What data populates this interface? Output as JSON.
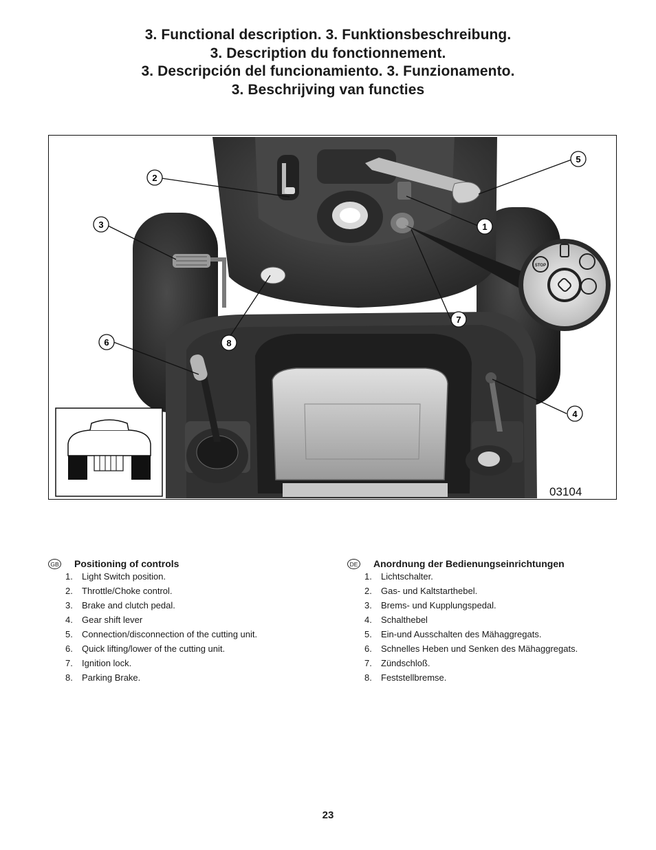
{
  "title": {
    "lines": [
      "3. Functional description.   3. Funktionsbeschreibung.",
      "3. Description du fonctionnement.",
      "3. Descripción del funcionamiento.   3. Funzionamento.",
      "3. Beschrijving van functies"
    ]
  },
  "figure": {
    "code": "03104",
    "callouts": [
      "1",
      "2",
      "3",
      "4",
      "5",
      "6",
      "7",
      "8"
    ],
    "switch_labels": {
      "stop": "STOP"
    },
    "colors": {
      "body": "#3d3d3d",
      "dark": "#262626",
      "light": "#bfbfbf"
    }
  },
  "sections": {
    "gb": {
      "badge": "GB",
      "heading": "Positioning of controls",
      "items": [
        {
          "num": "1.",
          "text": "Light Switch position."
        },
        {
          "num": "2.",
          "text": "Throttle/Choke control."
        },
        {
          "num": "3.",
          "text": "Brake and clutch pedal."
        },
        {
          "num": "4.",
          "text": "Gear shift  lever"
        },
        {
          "num": "5.",
          "text": "Connection/disconnection of the cutting unit."
        },
        {
          "num": "6.",
          "text": "Quick lifting/lower of the cutting unit."
        },
        {
          "num": "7.",
          "text": "Ignition lock."
        },
        {
          "num": "8.",
          "text": "Parking Brake."
        }
      ]
    },
    "de": {
      "badge": "DE",
      "heading": "Anordnung der Bedienungseinrichtungen",
      "items": [
        {
          "num": "1.",
          "text": "Lichtschalter."
        },
        {
          "num": "2.",
          "text": "Gas- und Kaltstarthebel."
        },
        {
          "num": "3.",
          "text": "Brems- und Kupplungspedal."
        },
        {
          "num": "4.",
          "text": "Schalthebel"
        },
        {
          "num": "5.",
          "text": "Ein-und Ausschalten des Mähaggregats."
        },
        {
          "num": "6.",
          "text": "Schnelles Heben und Senken des Mähaggregats."
        },
        {
          "num": "7.",
          "text": "Zündschloß."
        },
        {
          "num": "8.",
          "text": "Feststellbremse."
        }
      ]
    }
  },
  "page_number": "23"
}
